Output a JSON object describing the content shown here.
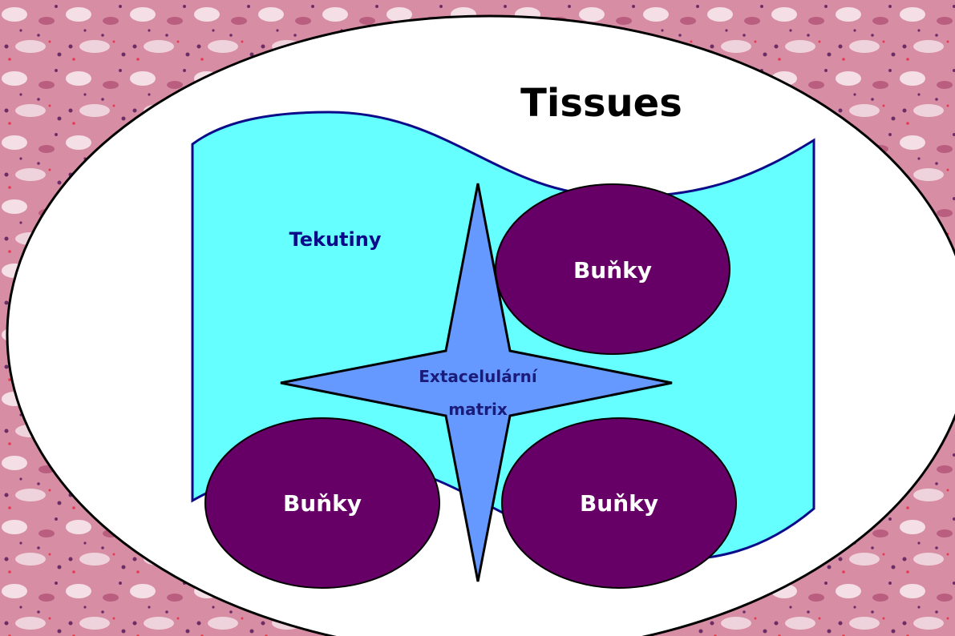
{
  "diagram": {
    "title": "Tissues",
    "fluid_label": "Tekutiny",
    "matrix_label_line1": "Extacelulární",
    "matrix_label_line2": "matrix",
    "cells": [
      {
        "label": "Buňky"
      },
      {
        "label": "Buňky"
      },
      {
        "label": "Buňky"
      }
    ]
  },
  "colors": {
    "background_tissue": "#d98aa0",
    "outer_ellipse": "#ffffff",
    "fluid": "#66ffff",
    "fluid_border": "#0b0b8a",
    "matrix": "#6699ff",
    "cells": "#660066",
    "title_text": "#000000",
    "cell_text": "#ffffff"
  }
}
